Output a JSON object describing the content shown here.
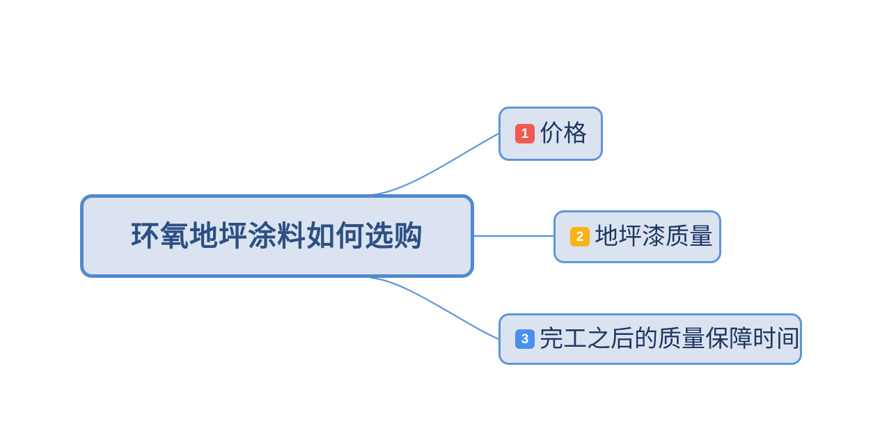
{
  "diagram": {
    "type": "mind-map",
    "orientation": "left-root-right-branches",
    "root": {
      "label": "环氧地坪涂料如何选购",
      "fill_color": "#dce3f0",
      "border_color": "#5089ce",
      "text_color": "#2c5085"
    },
    "branches": [
      {
        "index": "1",
        "label": "价格",
        "badge_color": "#f05a52",
        "fill_color": "#dce3f0",
        "border_color": "#5e95d8",
        "text_color": "#1f3864",
        "connector": "curved"
      },
      {
        "index": "2",
        "label": "地坪漆质量",
        "badge_color": "#fbb216",
        "fill_color": "#dce3f0",
        "border_color": "#5e95d8",
        "text_color": "#1f3864",
        "connector": "straight"
      },
      {
        "index": "3",
        "label": "完工之后的质量保障时间",
        "badge_color": "#4a8fea",
        "fill_color": "#dce3f0",
        "border_color": "#5e95d8",
        "text_color": "#1f3864",
        "connector": "curved"
      }
    ],
    "connector_color": "#5e95d8",
    "background_color": "#ffffff"
  }
}
